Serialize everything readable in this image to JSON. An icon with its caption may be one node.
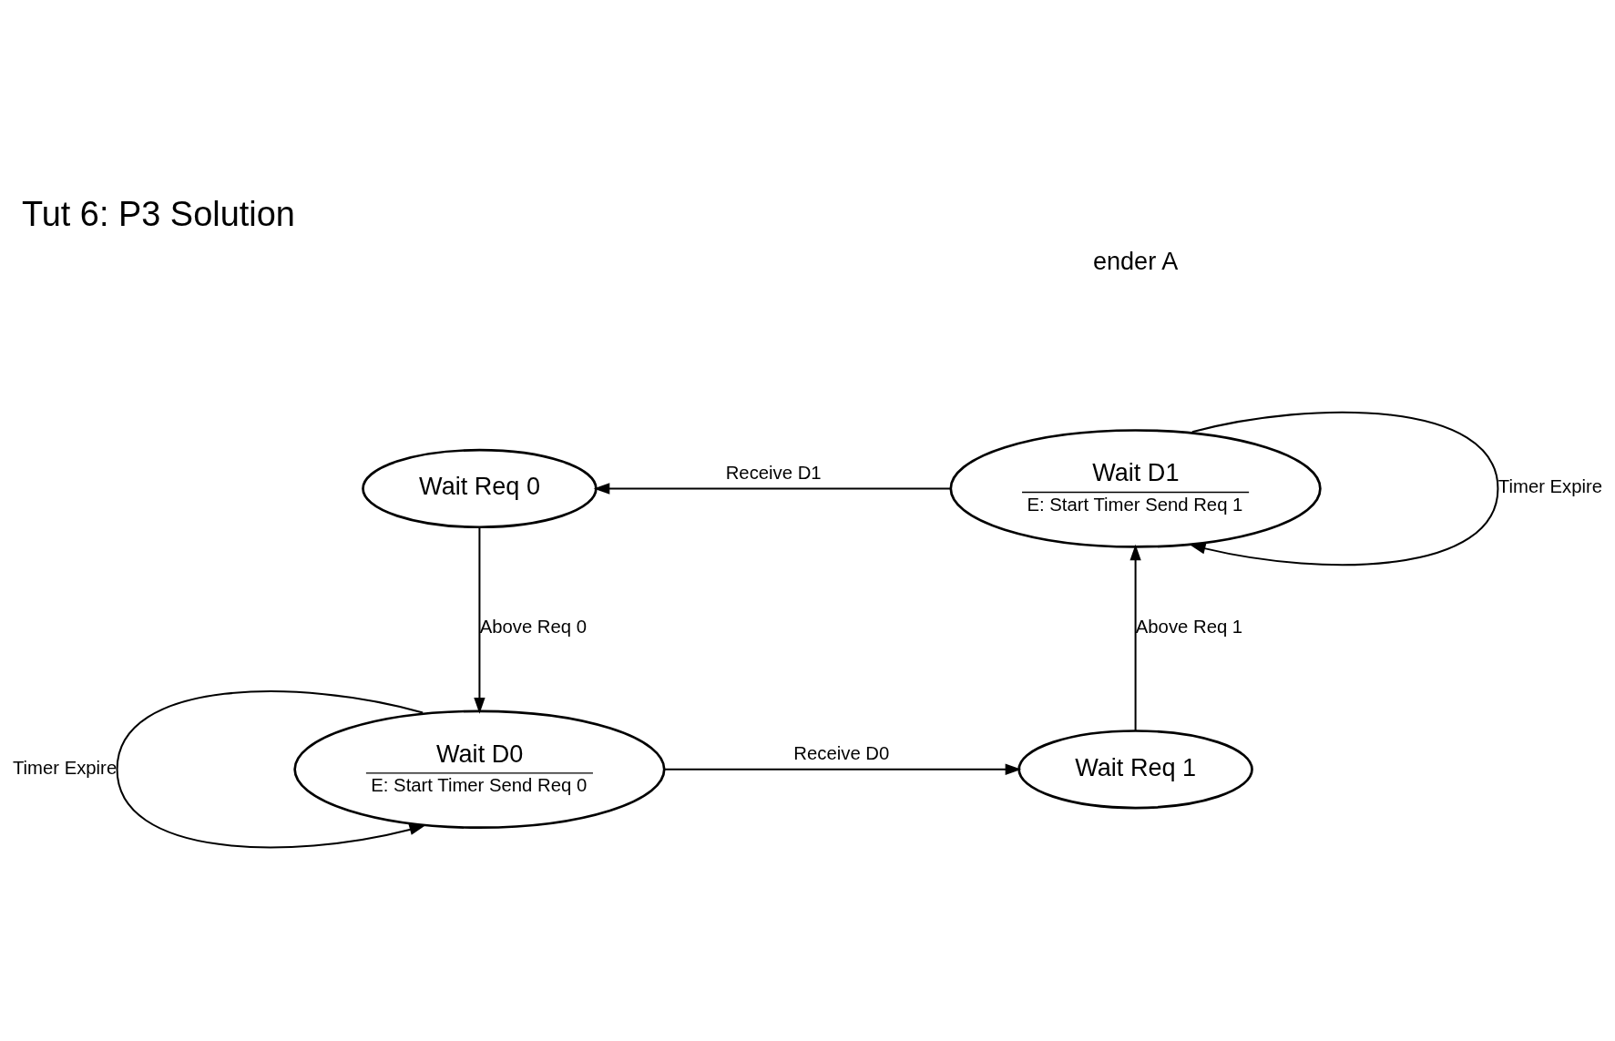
{
  "diagram": {
    "title": "Tut 6: P3 Solution",
    "nodes": [
      {
        "text": [
          "Wait Req 0"
        ]
      },
      {
        "text": [
          "Wait D1",
          "E: Start Timer Send Req 1"
        ]
      },
      {
        "text": [
          "Wait D0",
          "E: Start Timer Send Req 0"
        ]
      },
      {
        "text": [
          "Wait Req 1"
        ]
      }
    ],
    "edges": [
      {
        "from": 1,
        "to": 0,
        "arrow": "to",
        "label": "Receive D1"
      },
      {
        "from": 1,
        "to": 1,
        "arrow": "to",
        "label": "Timer Expire"
      },
      {
        "from": 0,
        "to": 2,
        "arrow": "to",
        "label": "Above Req 0"
      },
      {
        "from": 2,
        "to": 2,
        "arrow": "to",
        "label": "Timer Expire"
      },
      {
        "from": 2,
        "to": 3,
        "arrow": "to",
        "label": "Receive D0"
      },
      {
        "from": 3,
        "to": 1,
        "arrow": "to",
        "label": "Above Req 1"
      }
    ],
    "labels": [
      "ender A"
    ]
  }
}
